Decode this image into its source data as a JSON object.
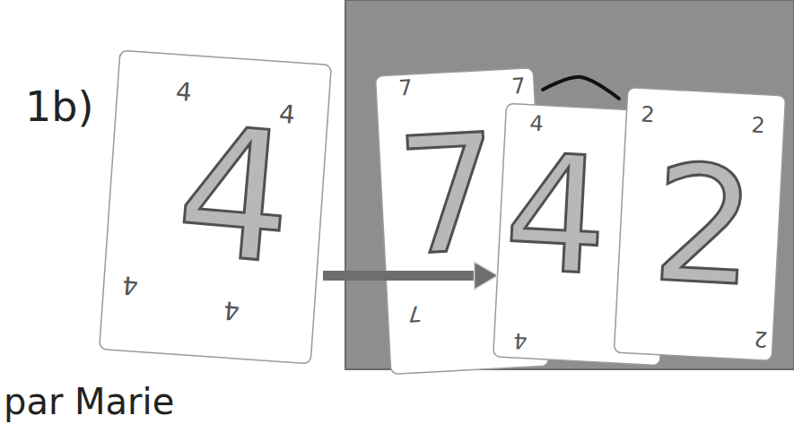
{
  "diagram": {
    "nodes": [
      {
        "text": [
          "4",
          "4",
          "4",
          "4",
          "4"
        ]
      },
      {
        "text": [
          "7",
          "7",
          "7",
          "7"
        ]
      },
      {
        "text": [
          "4",
          "4",
          "4"
        ]
      },
      {
        "text": [
          "2",
          "2",
          "2",
          "2"
        ]
      }
    ],
    "edges": [
      {
        "from": 0,
        "to": 2,
        "arrow": "to"
      },
      {
        "from": 1,
        "to": 3,
        "arrow": "none"
      }
    ],
    "labels": [
      "1b)",
      "par Marie"
    ]
  }
}
